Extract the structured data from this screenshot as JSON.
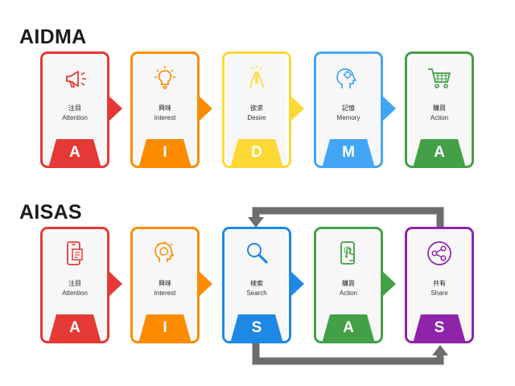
{
  "models": [
    {
      "title": "AIDMA",
      "cards": [
        {
          "jp": "注目",
          "en": "Attention",
          "letter": "A",
          "color": "#e53935",
          "icon": "megaphone-icon"
        },
        {
          "jp": "興味",
          "en": "Interest",
          "letter": "I",
          "color": "#fb8c00",
          "icon": "lightbulb-icon"
        },
        {
          "jp": "欲求",
          "en": "Desire",
          "letter": "D",
          "color": "#fdd835",
          "icon": "praying-hands-icon"
        },
        {
          "jp": "記憶",
          "en": "Memory",
          "letter": "M",
          "color": "#42a5f5",
          "icon": "head-gear-icon"
        },
        {
          "jp": "購買",
          "en": "Action",
          "letter": "A",
          "color": "#43a047",
          "icon": "shopping-cart-icon"
        }
      ]
    },
    {
      "title": "AISAS",
      "cards": [
        {
          "jp": "注目",
          "en": "Attention",
          "letter": "A",
          "color": "#e53935",
          "icon": "smartphone-icon"
        },
        {
          "jp": "興味",
          "en": "Interest",
          "letter": "I",
          "color": "#fb8c00",
          "icon": "brain-icon"
        },
        {
          "jp": "検索",
          "en": "Search",
          "letter": "S",
          "color": "#1e88e5",
          "icon": "magnifier-icon"
        },
        {
          "jp": "購買",
          "en": "Action",
          "letter": "A",
          "color": "#43a047",
          "icon": "phone-tap-icon"
        },
        {
          "jp": "共有",
          "en": "Share",
          "letter": "S",
          "color": "#8e24aa",
          "icon": "share-icon"
        }
      ]
    }
  ],
  "connector_color": "#6d6d6d"
}
